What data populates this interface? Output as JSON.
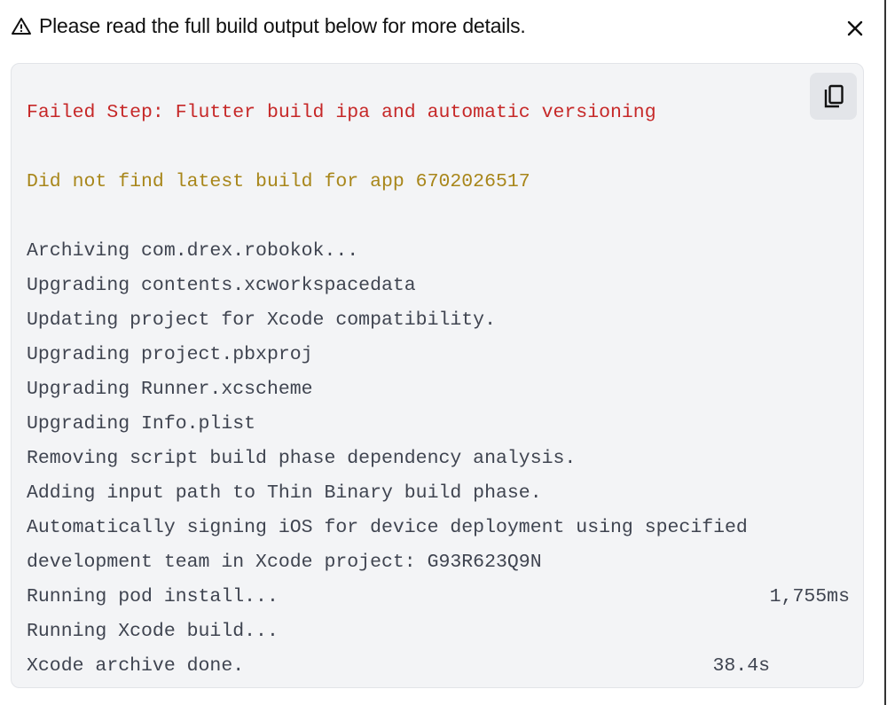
{
  "header": {
    "title": "Please read the full build output below for more details.",
    "icon": "warning-icon",
    "close_icon": "close-icon"
  },
  "copy_icon": "copy-icon",
  "log": {
    "error": "Failed Step: Flutter build ipa and automatic versioning",
    "warning": "Did not find latest build for app 6702026517",
    "lines": [
      "Archiving com.drex.robokok...",
      "Upgrading contents.xcworkspacedata",
      "Updating project for Xcode compatibility.",
      "Upgrading project.pbxproj",
      "Upgrading Runner.xcscheme",
      "Upgrading Info.plist",
      "Removing script build phase dependency analysis.",
      "Adding input path to Thin Binary build phase.",
      "Automatically signing iOS for device deployment using specified",
      "development team in Xcode project: G93R623Q9N",
      "Running pod install...",
      "Running Xcode build...",
      "Xcode archive done."
    ],
    "pod_install_time": "1,755ms",
    "archive_time": "38.4s"
  },
  "colors": {
    "error": "#c62828",
    "warning": "#a8861a",
    "text": "#3f4450",
    "background": "#f3f4f6"
  }
}
